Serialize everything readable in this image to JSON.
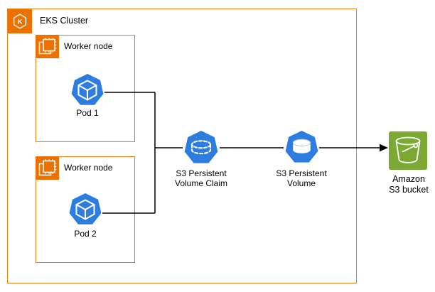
{
  "cluster": {
    "label": "EKS Cluster"
  },
  "worker_nodes": [
    {
      "label": "Worker node",
      "pod": {
        "label": "Pod 1"
      }
    },
    {
      "label": "Worker node",
      "pod": {
        "label": "Pod 2"
      }
    }
  ],
  "pvc": {
    "label_line1": "S3 Persistent",
    "label_line2": "Volume Claim"
  },
  "pv": {
    "label_line1": "S3 Persistent",
    "label_line2": "Volume"
  },
  "bucket": {
    "label_line1": "Amazon",
    "label_line2": "S3 bucket"
  },
  "colors": {
    "orange_border": "#E8820D",
    "orange_icon_fill": "#ED7100",
    "kubernetes_blue": "#2D7DE1",
    "s3_green": "#7CA933",
    "connector_black": "#000000",
    "background": "#FFFFFF"
  },
  "icons": {
    "cluster": "eks-cluster-icon",
    "worker_node": "ec2-instance-chip-icon",
    "pod": "kubernetes-pod-icon",
    "pvc": "persistent-volume-claim-icon",
    "pv": "persistent-volume-icon",
    "bucket": "s3-bucket-icon"
  }
}
